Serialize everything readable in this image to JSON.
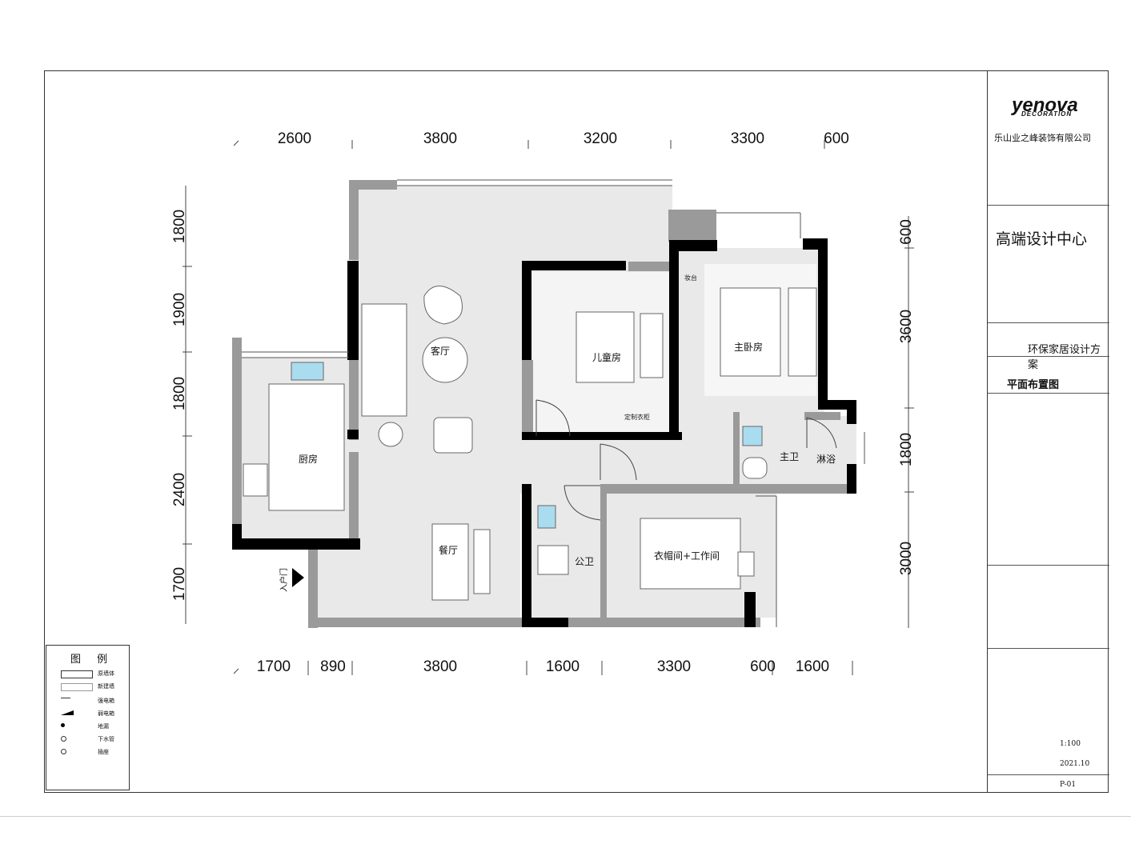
{
  "dimensions": {
    "top": [
      "2600",
      "3800",
      "3200",
      "3300",
      "600"
    ],
    "bottom": [
      "1700",
      "890",
      "3800",
      "1600",
      "3300",
      "600",
      "1600"
    ],
    "left": [
      "1800",
      "1900",
      "1800",
      "2400",
      "1700"
    ],
    "right": [
      "600",
      "3600",
      "1800",
      "3000"
    ]
  },
  "rooms": {
    "living": "客厅",
    "kids": "儿童房",
    "master": "主卧房",
    "kitchen": "厨房",
    "dining": "餐厅",
    "public_bath": "公卫",
    "master_bath": "主卫",
    "shower": "淋浴",
    "closet": "衣帽间+工作间",
    "entrance": "入户门",
    "wardrobe": "定制衣柜",
    "dresser": "妆台"
  },
  "title_block": {
    "brand": "yenova",
    "brand_sub": "DECORATION",
    "company": "乐山业之峰装饰有限公司",
    "design_center": "高端设计中心",
    "project": "环保家居设计方案",
    "drawing_title": "平面布置图",
    "scale": "1:100",
    "date": "2021.10",
    "sheet_no": "P-01"
  },
  "legend": {
    "title": "图 例",
    "items": [
      "原墙体",
      "新建墙",
      "强电箱",
      "弱电箱",
      "地漏",
      "下水管",
      "插座"
    ]
  },
  "colors": {
    "wall": "#000000",
    "wall_gray": "#9a9a9a",
    "floor": "#e9e9e9",
    "water": "#aadcf0"
  }
}
